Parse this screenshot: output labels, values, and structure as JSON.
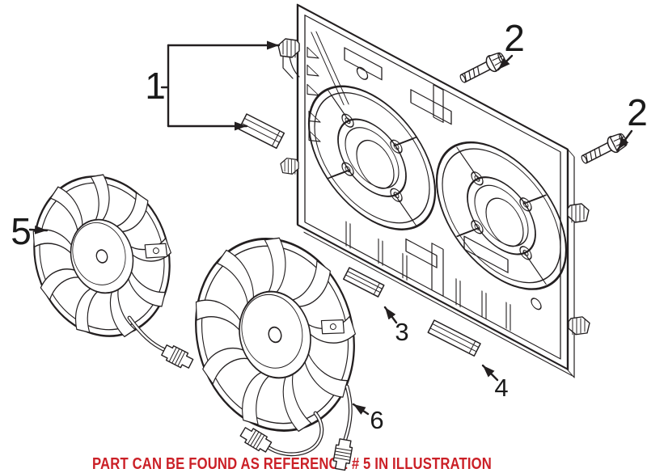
{
  "illustration": {
    "background": "#ffffff",
    "line_color": "#231f20",
    "label_color": "#1a1a1a"
  },
  "callouts": [
    {
      "label": "1"
    },
    {
      "label": "2"
    },
    {
      "label": "2"
    },
    {
      "label": "3"
    },
    {
      "label": "4"
    },
    {
      "label": "5"
    },
    {
      "label": "6"
    }
  ],
  "note": {
    "text": "PART CAN BE FOUND AS REFERENCE # 5 IN ILLUSTRATION",
    "color": "#cb2027"
  }
}
